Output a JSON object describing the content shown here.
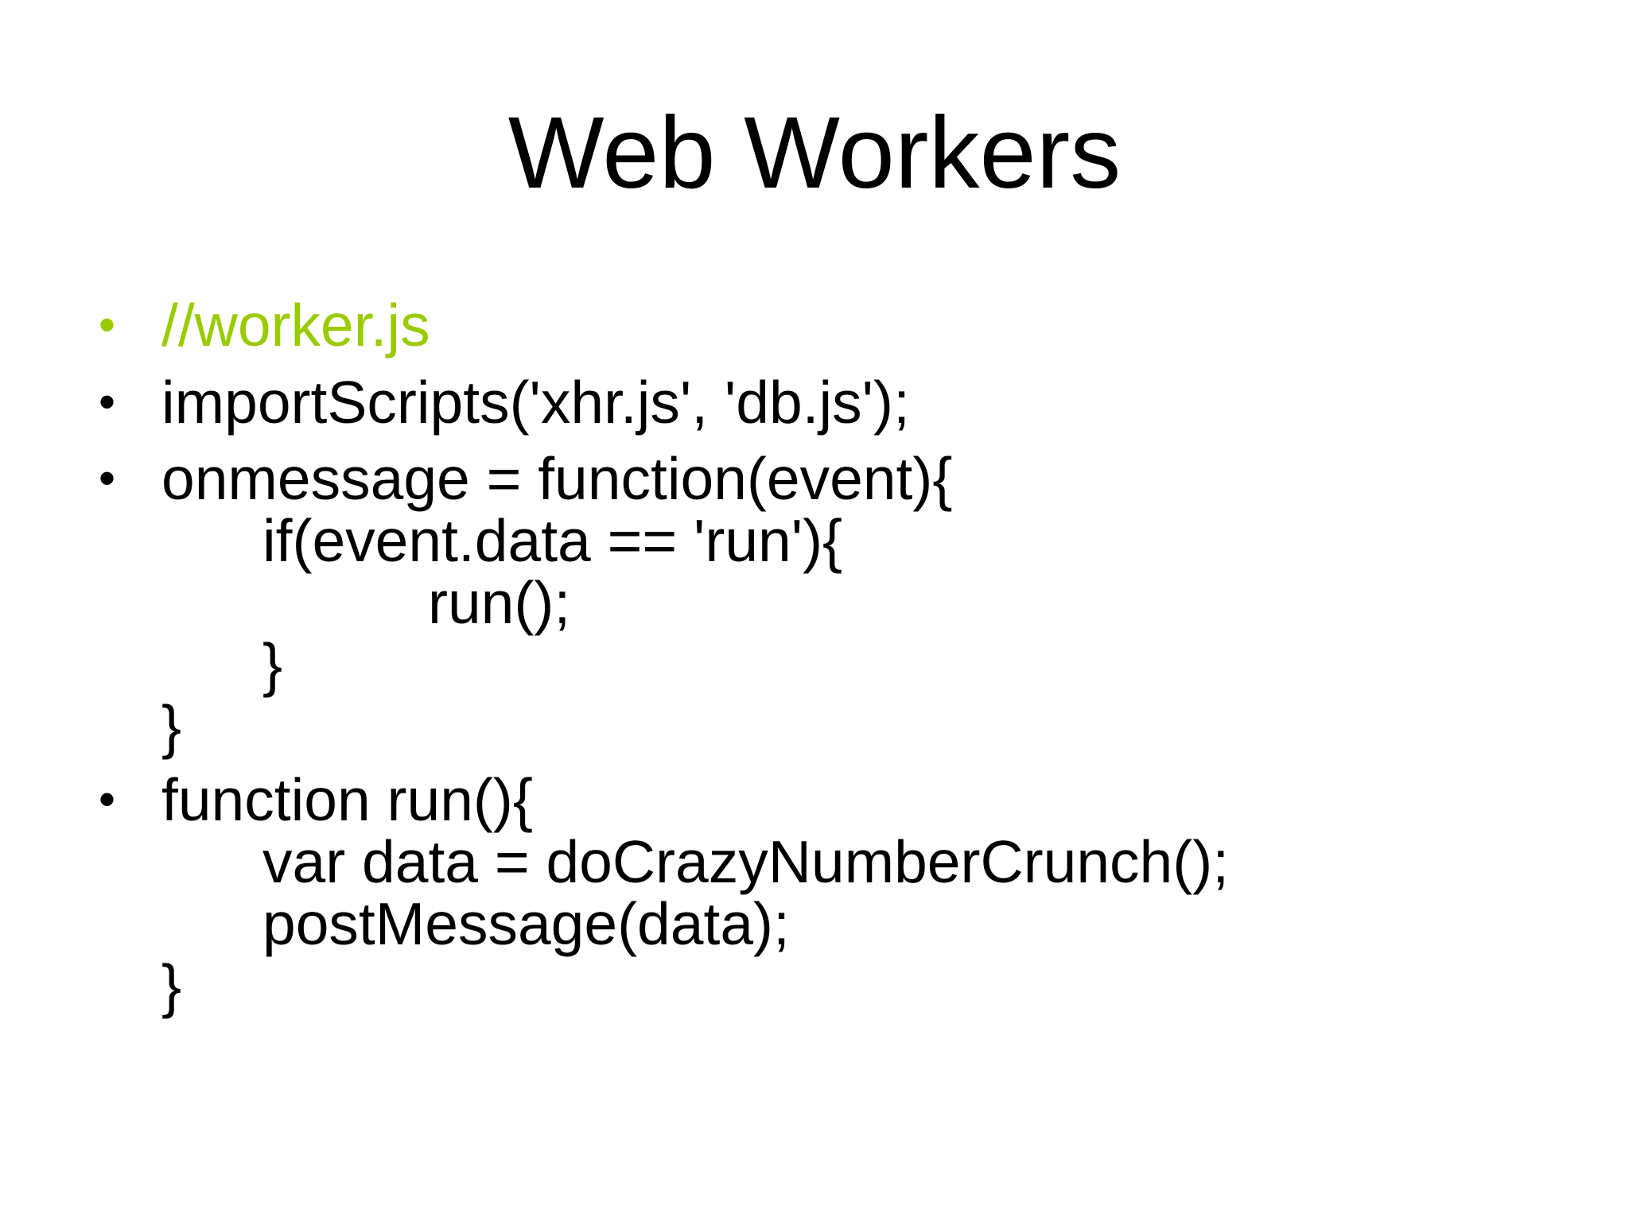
{
  "slide": {
    "title": "Web Workers",
    "accent_color": "#99cc00",
    "text_color": "#000000",
    "bullets": [
      {
        "color": "#99cc00",
        "lines": [
          {
            "text": "//worker.js",
            "indent": 0
          }
        ]
      },
      {
        "color": "#000000",
        "lines": [
          {
            "text": "importScripts('xhr.js', 'db.js');",
            "indent": 0
          }
        ]
      },
      {
        "color": "#000000",
        "lines": [
          {
            "text": "onmessage = function(event){",
            "indent": 0
          },
          {
            "text": "if(event.data == 'run'){",
            "indent": 1
          },
          {
            "text": "run();",
            "indent": 2
          },
          {
            "text": "}",
            "indent": 1
          },
          {
            "text": "}",
            "indent": 0
          }
        ]
      },
      {
        "color": "#000000",
        "lines": [
          {
            "text": "function run(){",
            "indent": 0
          },
          {
            "text": "var data = doCrazyNumberCrunch();",
            "indent": 1
          },
          {
            "text": "postMessage(data);",
            "indent": 1
          },
          {
            "text": "}",
            "indent": 0
          }
        ]
      }
    ]
  }
}
